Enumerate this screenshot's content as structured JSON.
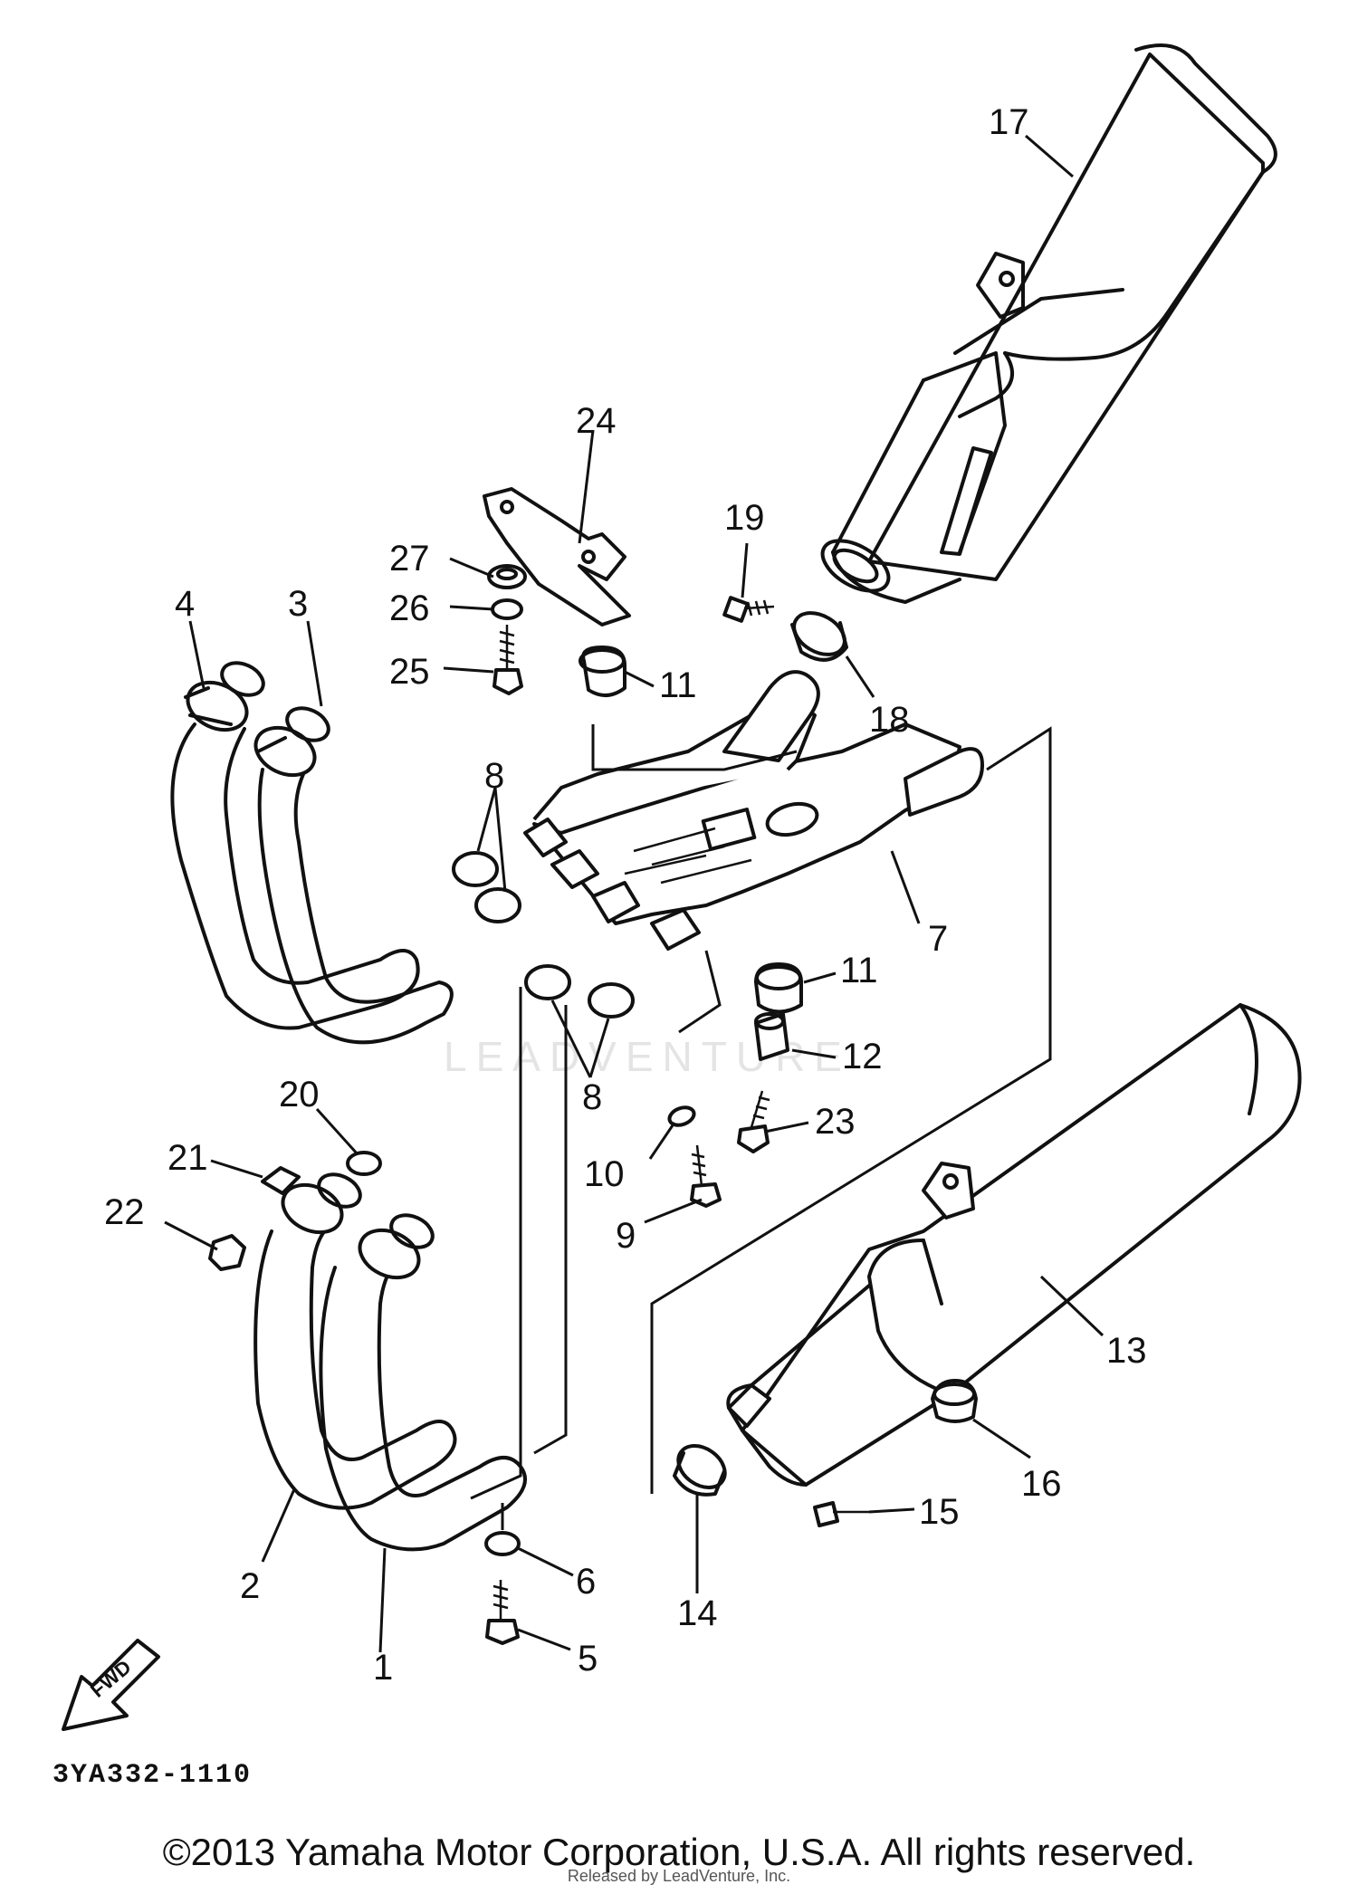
{
  "diagram": {
    "watermark": "LEADVENTURE",
    "fwd_label": "FWD",
    "drawing_code": "3YA332-1110",
    "callouts": {
      "c1": "1",
      "c2": "2",
      "c3": "3",
      "c4": "4",
      "c5": "5",
      "c6": "6",
      "c7": "7",
      "c8a": "8",
      "c8b": "8",
      "c9": "9",
      "c10": "10",
      "c11a": "11",
      "c11b": "11",
      "c12": "12",
      "c13": "13",
      "c14": "14",
      "c15": "15",
      "c16": "16",
      "c17": "17",
      "c18": "18",
      "c19": "19",
      "c20": "20",
      "c21": "21",
      "c22": "22",
      "c23": "23",
      "c24": "24",
      "c25": "25",
      "c26": "26",
      "c27": "27"
    }
  },
  "footer": {
    "copyright": "©2013 Yamaha Motor Corporation, U.S.A. All rights reserved.",
    "released": "Released by LeadVenture, Inc."
  }
}
